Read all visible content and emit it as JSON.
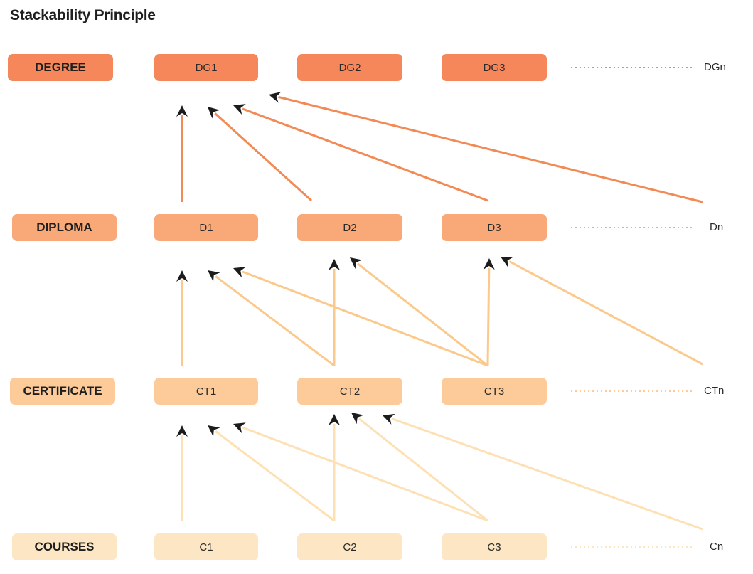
{
  "title": "Stackability Principle",
  "colors": {
    "degree": "#f5875a",
    "diploma": "#f9a877",
    "certificate": "#fdcb99",
    "courses": "#fde6c3",
    "arrow_degree": "#f28a55",
    "arrow_diploma": "#fbc98c",
    "arrow_certificate": "#fde1b4",
    "arrowhead": "#1c1c1c"
  },
  "rows": [
    {
      "key": "degree",
      "label": "DEGREE",
      "items": [
        "DG1",
        "DG2",
        "DG3"
      ],
      "end": "DGn"
    },
    {
      "key": "diploma",
      "label": "DIPLOMA",
      "items": [
        "D1",
        "D2",
        "D3"
      ],
      "end": "Dn"
    },
    {
      "key": "certificate",
      "label": "CERTIFICATE",
      "items": [
        "CT1",
        "CT2",
        "CT3"
      ],
      "end": "CTn"
    },
    {
      "key": "courses",
      "label": "COURSES",
      "items": [
        "C1",
        "C2",
        "C3"
      ],
      "end": "Cn"
    }
  ],
  "connections": [
    {
      "from": "D1",
      "to": "DG1"
    },
    {
      "from": "D2",
      "to": "DG1"
    },
    {
      "from": "D3",
      "to": "DG1"
    },
    {
      "from": "Dn",
      "to": "DG1"
    },
    {
      "from": "CT1",
      "to": "D1"
    },
    {
      "from": "CT2",
      "to": "D1"
    },
    {
      "from": "CT3",
      "to": "D1"
    },
    {
      "from": "CT2",
      "to": "D2"
    },
    {
      "from": "CT3",
      "to": "D2"
    },
    {
      "from": "CT3",
      "to": "D3"
    },
    {
      "from": "CTn",
      "to": "D3"
    },
    {
      "from": "C1",
      "to": "CT1"
    },
    {
      "from": "C2",
      "to": "CT1"
    },
    {
      "from": "C3",
      "to": "CT1"
    },
    {
      "from": "C2",
      "to": "CT2"
    },
    {
      "from": "C3",
      "to": "CT2"
    },
    {
      "from": "Cn",
      "to": "CT2"
    }
  ]
}
